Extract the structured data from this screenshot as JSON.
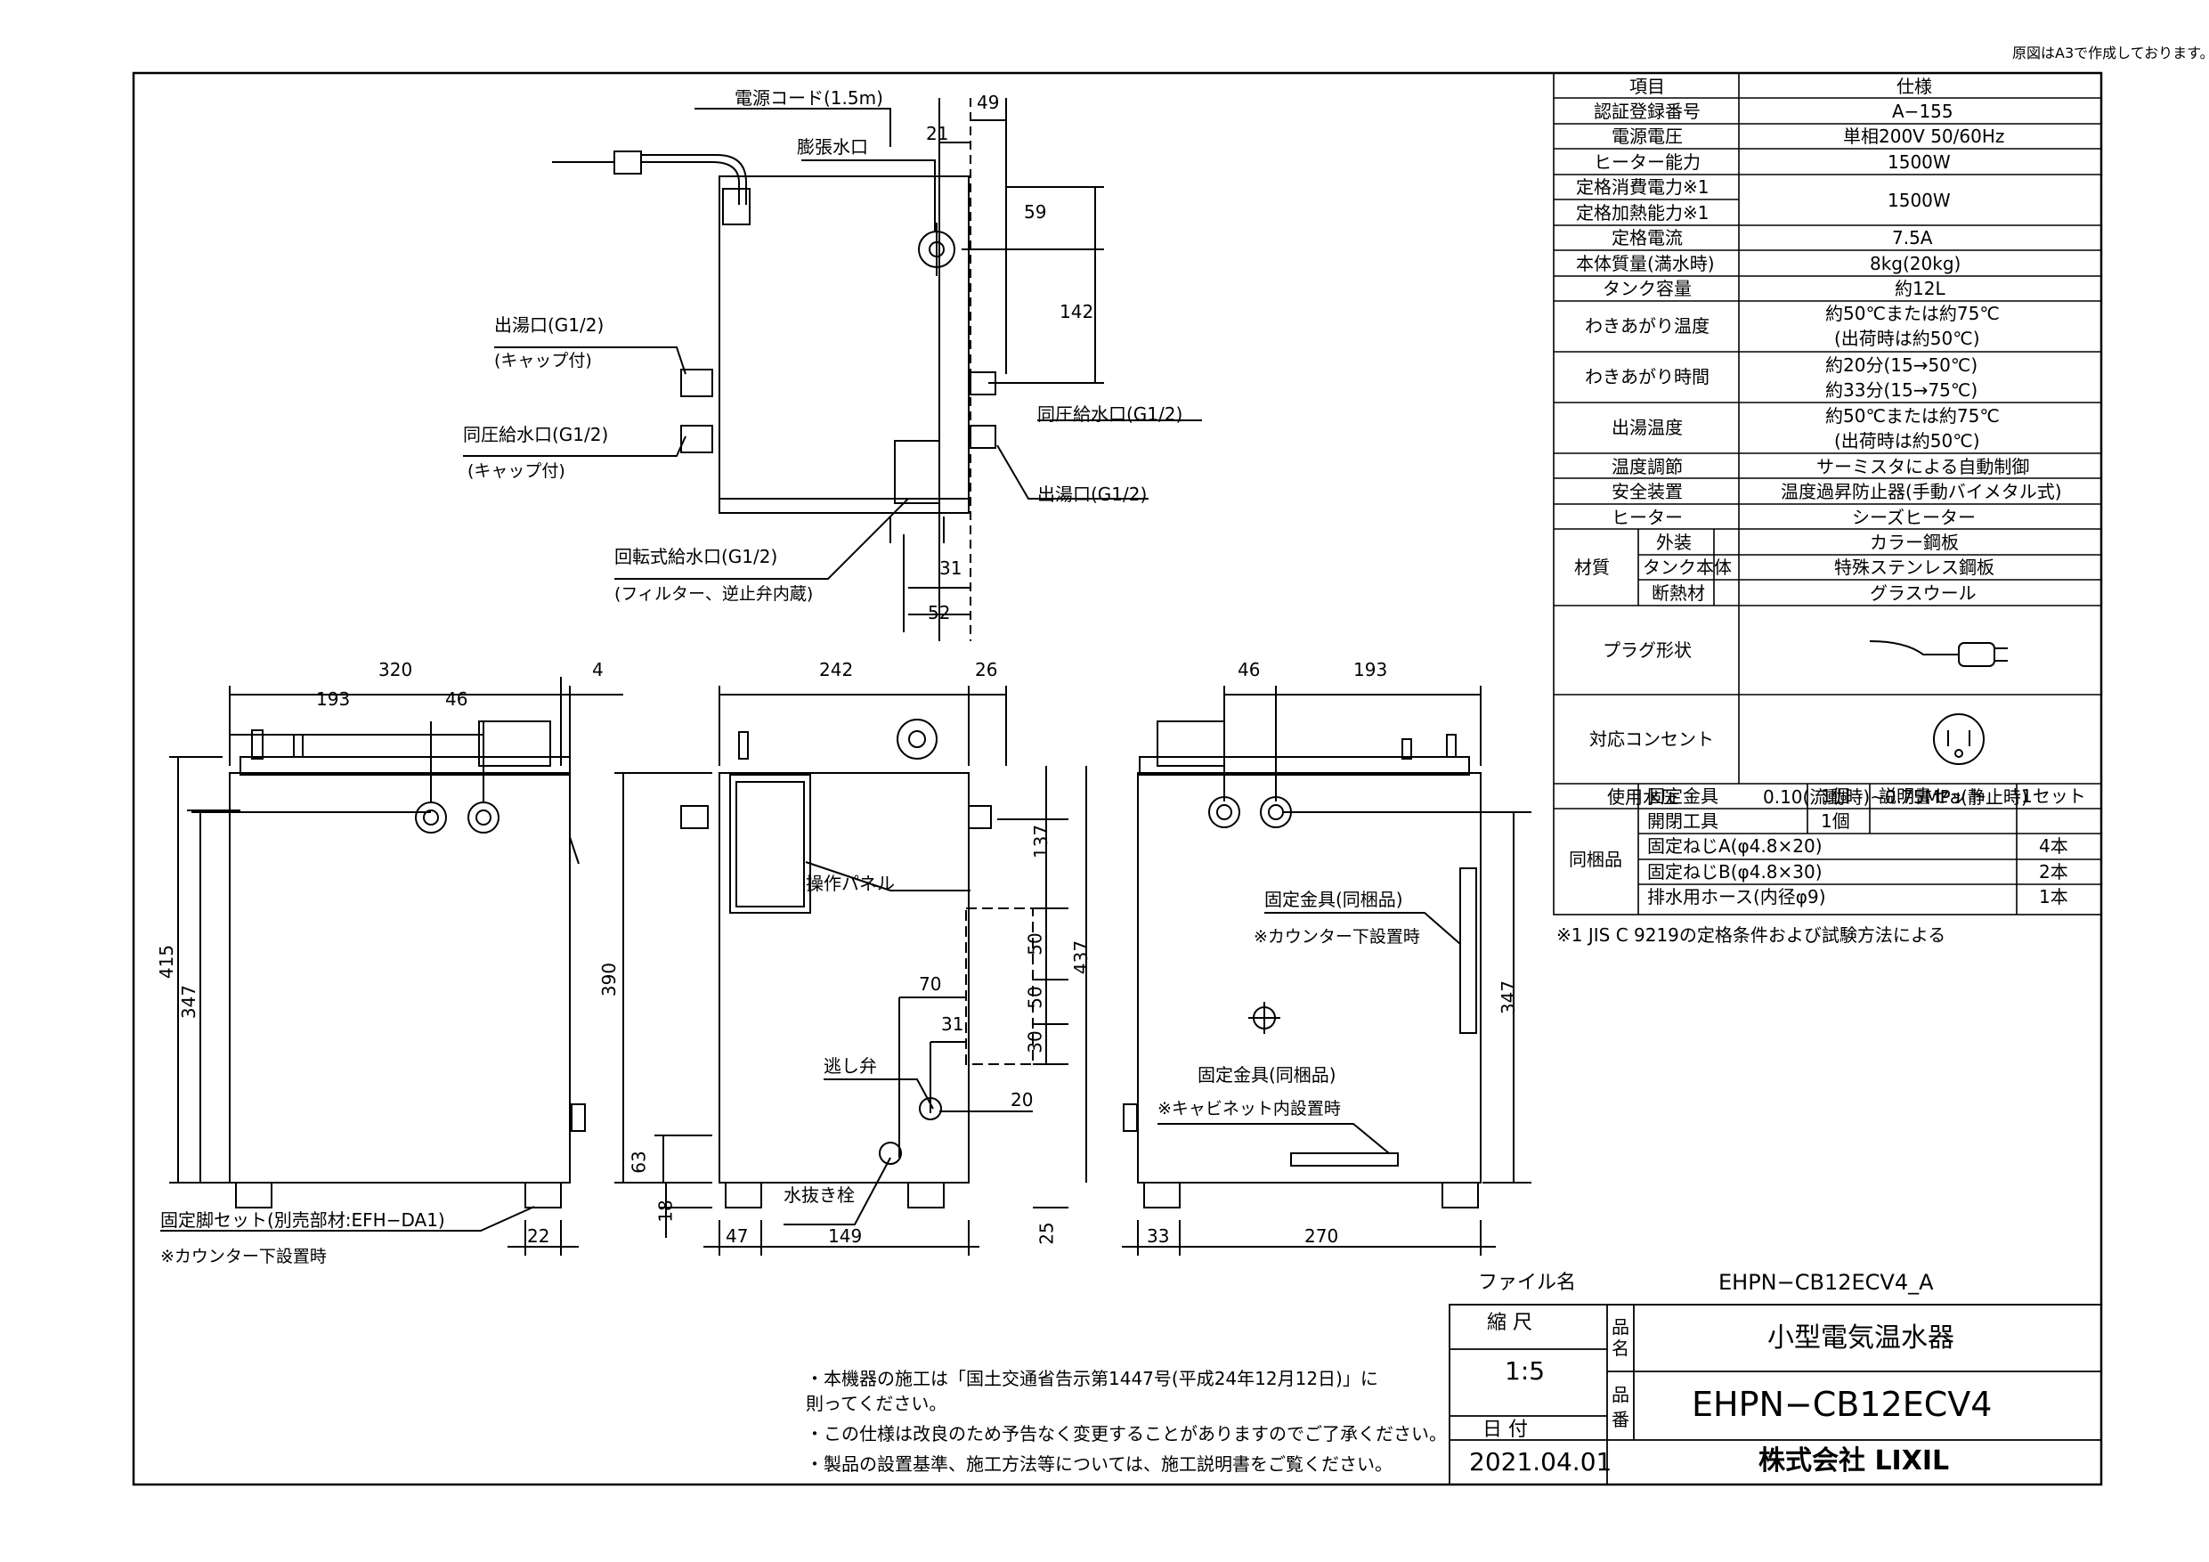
{
  "header": {
    "note": "原図はA3で作成しております。"
  },
  "spec_table": {
    "col_item": "項目",
    "col_spec": "仕様",
    "rows": [
      {
        "item": "認証登録番号",
        "value": "A−155"
      },
      {
        "item": "電源電圧",
        "value": "単相200V 50/60Hz"
      },
      {
        "item": "ヒーター能力",
        "value": "1500W"
      },
      {
        "item": "定格消費電力※1",
        "value": "1500W"
      },
      {
        "item": "定格加熱能力※1",
        "value": ""
      },
      {
        "item": "定格電流",
        "value": "7.5A"
      },
      {
        "item": "本体質量(満水時)",
        "value": "8kg(20kg)"
      },
      {
        "item": "タンク容量",
        "value": "約12L"
      },
      {
        "item": "わきあがり温度",
        "value": "約50℃または約75℃",
        "value2": "(出荷時は約50℃)"
      },
      {
        "item": "わきあがり時間",
        "value": "約20分(15→50℃)",
        "value2": "約33分(15→75℃)"
      },
      {
        "item": "出湯温度",
        "value": "約50℃または約75℃",
        "value2": "(出荷時は約50℃)"
      },
      {
        "item": "温度調節",
        "value": "サーミスタによる自動制御"
      },
      {
        "item": "安全装置",
        "value": "温度過昇防止器(手動バイメタル式)"
      },
      {
        "item": "ヒーター",
        "value": "シーズヒーター"
      }
    ],
    "material_label": "材質",
    "materials": [
      {
        "item": "外装",
        "value": "カラー鋼板"
      },
      {
        "item": "タンク本体",
        "value": "特殊ステンレス鋼板"
      },
      {
        "item": "断熱材",
        "value": "グラスウール"
      }
    ],
    "plug_label": "プラグ形状",
    "outlet_label": "対応コンセント",
    "pressure_label": "使用水圧",
    "pressure_value": "0.10(流動時)~0.75MPa(静止時)",
    "included_label": "同梱品",
    "included": [
      {
        "item": "固定金具",
        "qty": "1個",
        "item2": "説明書セット",
        "qty2": "1セット"
      },
      {
        "item": "開閉工具",
        "qty": "1個"
      },
      {
        "item": "固定ねじA(φ4.8×20)",
        "qty": "4本"
      },
      {
        "item": "固定ねじB(φ4.8×30)",
        "qty": "2本"
      },
      {
        "item": "排水用ホース(内径φ9)",
        "qty": "1本"
      }
    ],
    "footnote": "※1  JIS C 9219の定格条件および試験方法による"
  },
  "labels": {
    "power_cord": "電源コード(1.5m)",
    "expansion_port": "膨張水口",
    "hot_outlet_l": "出湯口(G1/2)",
    "cap1": "(キャップ付)",
    "inlet_l": "同圧給水口(G1/2)",
    "cap2": "(キャップ付)",
    "inlet_r": "同圧給水口(G1/2)",
    "hot_outlet_r": "出湯口(G1/2)",
    "rotary_inlet": "回転式給水口(G1/2)",
    "rotary_note": "(フィルター、逆止弁内蔵)",
    "control_panel": "操作パネル",
    "relief_valve": "逃し弁",
    "drain_plug": "水抜き栓",
    "bracket1": "固定金具(同梱品)",
    "bracket1_note": "※カウンター下設置時",
    "bracket2": "固定金具(同梱品)",
    "bracket2_note": "※キャビネット内設置時",
    "leg_set": "固定脚セット(別売部材:EFH−DA1)",
    "leg_note": "※カウンター下設置時"
  },
  "dims": {
    "top_49": "49",
    "top_21": "21",
    "top_59": "59",
    "top_142": "142",
    "top_31": "31",
    "top_52": "52",
    "l_320": "320",
    "l_4": "4",
    "l_193": "193",
    "l_46": "46",
    "l_415": "415",
    "l_347": "347",
    "l_22": "22",
    "f_242": "242",
    "f_26": "26",
    "f_390": "390",
    "f_137": "137",
    "f_437": "437",
    "f_50a": "50",
    "f_50b": "50",
    "f_30": "30",
    "f_70": "70",
    "f_31": "31",
    "f_20": "20",
    "f_63": "63",
    "f_18": "18",
    "f_47": "47",
    "f_149": "149",
    "f_25": "25",
    "r_46": "46",
    "r_193": "193",
    "r_347": "347",
    "r_33": "33",
    "r_270": "270"
  },
  "notes": [
    "・本機器の施工は「国土交通省告示第1447号(平成24年12月12日)」に",
    "  則ってください。",
    "・この仕様は改良のため予告なく変更することがありますのでご了承ください。",
    "・製品の設置基準、施工方法等については、施工説明書をご覧ください。"
  ],
  "title_block": {
    "file_label": "ファイル名",
    "file_name": "EHPN−CB12ECV4_A",
    "scale_label": "縮  尺",
    "scale": "1:5",
    "date_label": "日  付",
    "date": "2021.04.01",
    "name_label": "品名",
    "product_name": "小型電気温水器",
    "number_label": "品番",
    "product_number": "EHPN−CB12ECV4",
    "company": "株式会社 LIXIL"
  }
}
